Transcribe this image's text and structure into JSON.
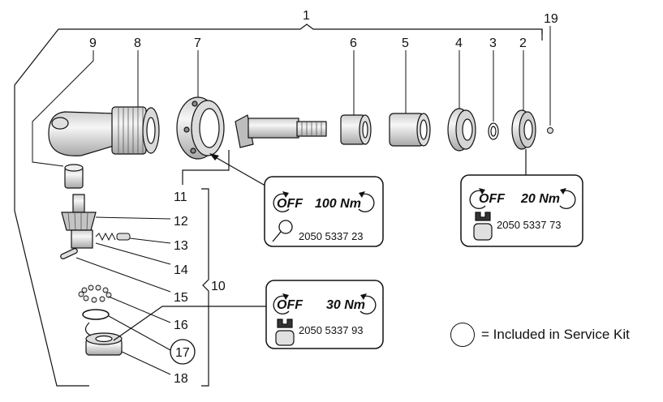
{
  "part_numbers": [
    "1",
    "2",
    "3",
    "4",
    "5",
    "6",
    "7",
    "8",
    "9",
    "10",
    "11",
    "12",
    "13",
    "14",
    "15",
    "16",
    "17",
    "18",
    "19"
  ],
  "torque_boxes": [
    {
      "off": "OFF",
      "torque": "100 Nm",
      "code": "2050 5337 23"
    },
    {
      "off": "OFF",
      "torque": "20 Nm",
      "code": "2050 5337 73"
    },
    {
      "off": "OFF",
      "torque": "30 Nm",
      "code": "2050 5337 93"
    }
  ],
  "legend": {
    "text": "= Included in Service Kit"
  },
  "colors": {
    "line": "#111111",
    "fill_light": "#e8e8e8",
    "fill_mid": "#c8c8c8",
    "fill_dark": "#9a9a9a"
  },
  "icons": [
    "rotate-left-arrow-icon",
    "rotate-right-arrow-icon",
    "pin-wrench-icon",
    "hand-wrench-icon"
  ]
}
